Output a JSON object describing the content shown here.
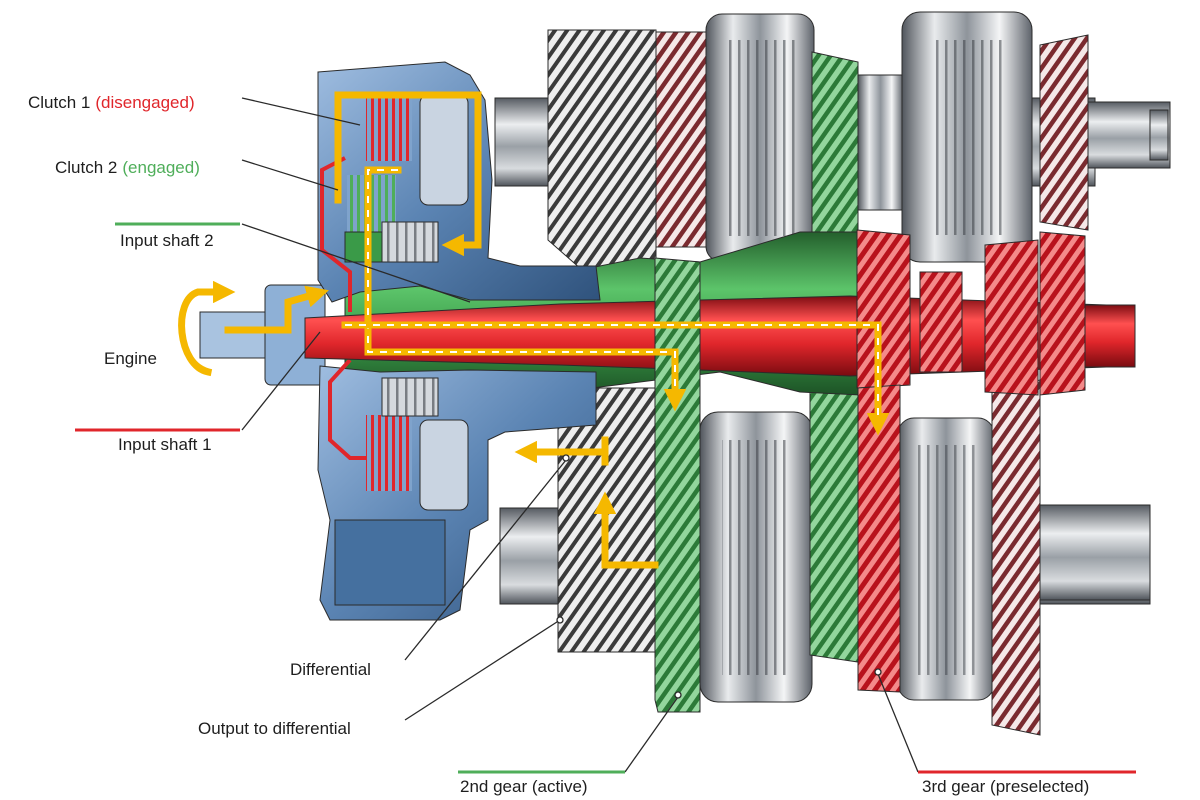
{
  "labels": {
    "clutch1": {
      "name": "Clutch 1",
      "state": "(disengaged)"
    },
    "clutch2": {
      "name": "Clutch 2",
      "state": "(engaged)"
    },
    "input_shaft_2": "Input shaft 2",
    "engine": "Engine",
    "input_shaft_1": "Input shaft 1",
    "differential": "Differential",
    "output_to_differential": "Output to differential",
    "gear_2nd": "2nd gear (active)",
    "gear_3rd": "3rd gear (preselected)"
  },
  "colors": {
    "engaged": "#4fae5a",
    "disengaged": "#e0262b",
    "power_flow": "#f5b800",
    "housing": "#5b84b3",
    "leader": "#2a2a2a"
  }
}
